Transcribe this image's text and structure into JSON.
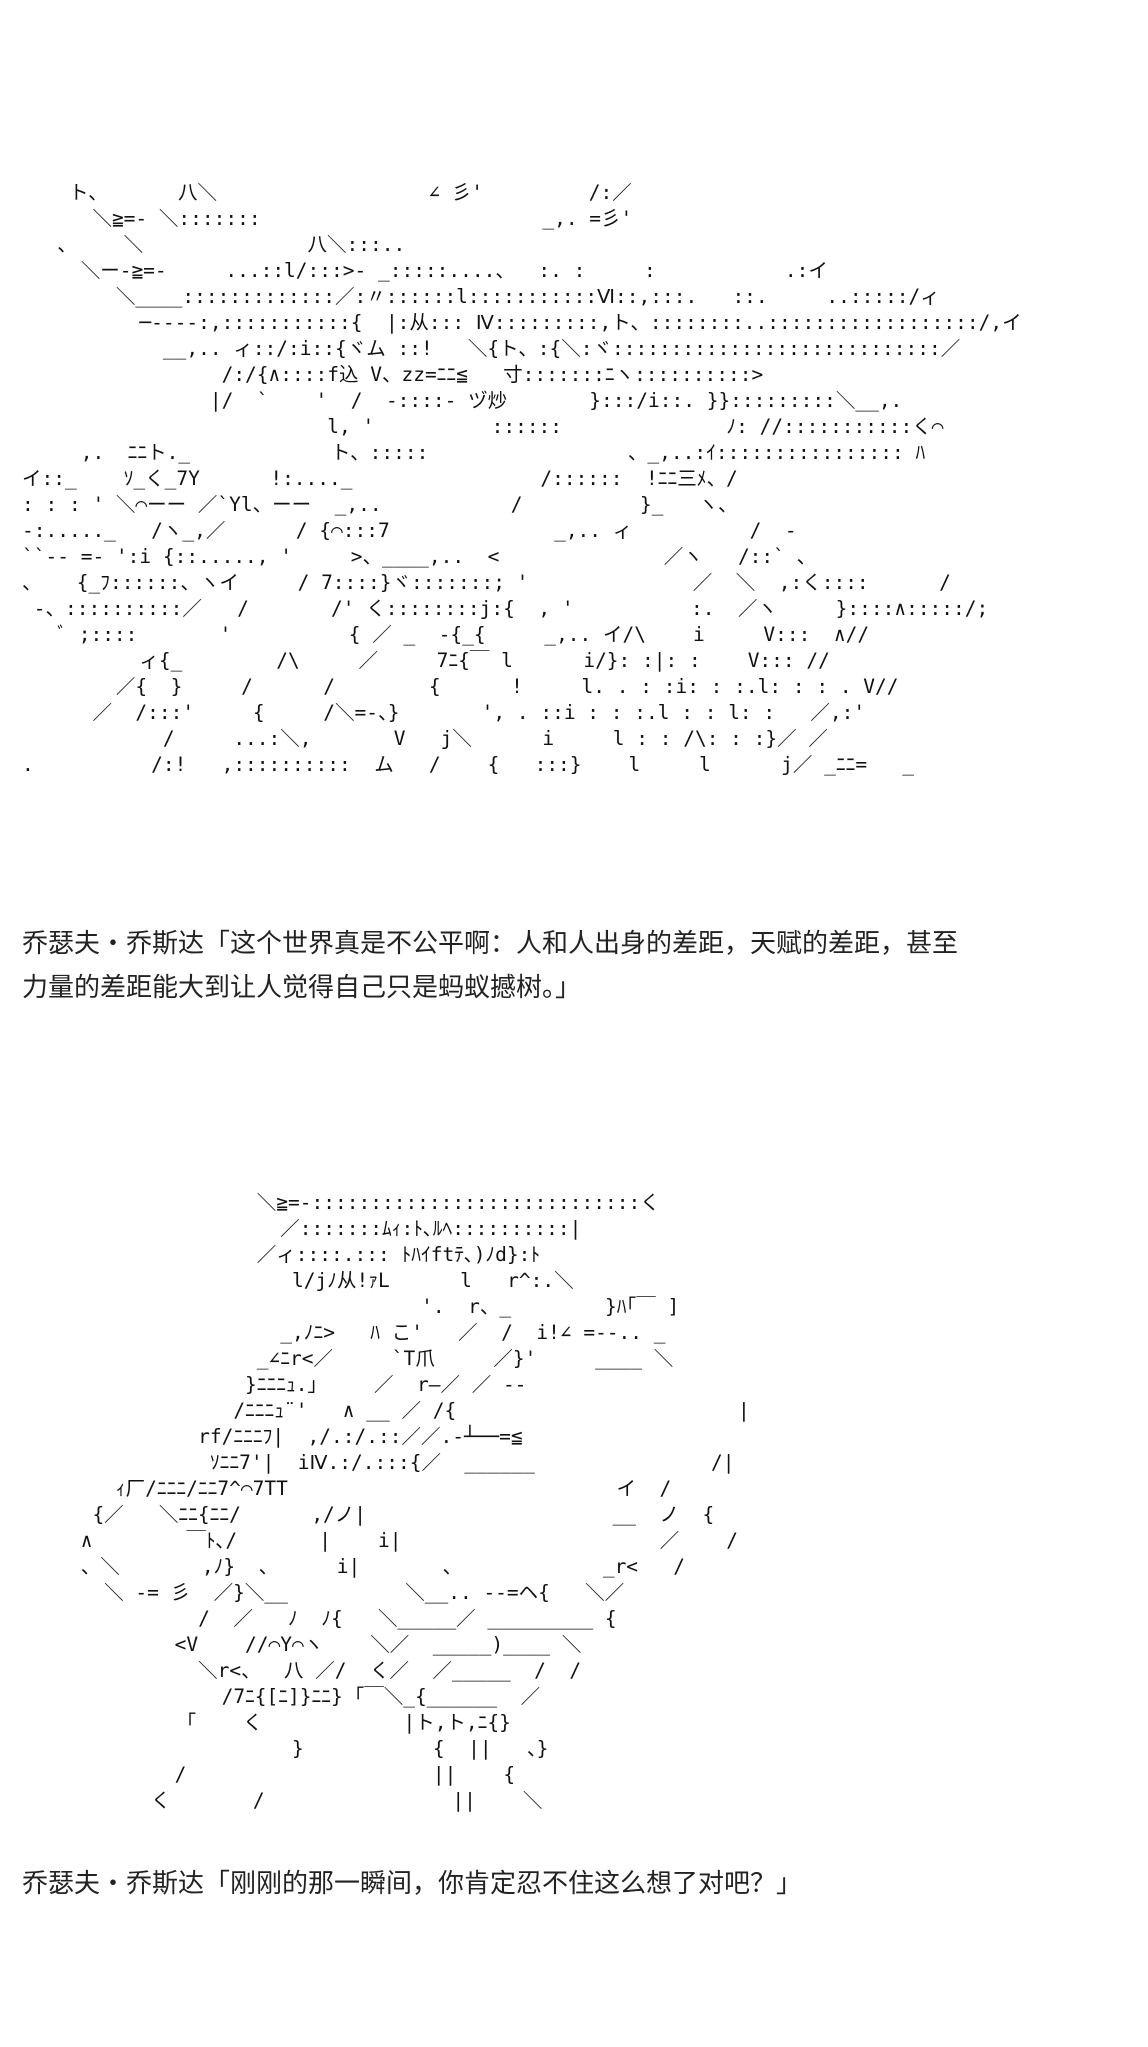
{
  "panels": [
    {
      "art": "    ト、      八＼                  ∠ 彡'         /:／\n      ＼≧=‐ ＼:::::::                        _,. =彡'\n   、    ＼              八＼:::..\n     ＼ー‐≧=‐     ...::l/:::>‐ _:::::....、  :. :     :           .:イ\n        ＼____:::::::::::::／:〃::::::l:::::::::::Ⅵ::,:::.   ::.     ..:::::/ィ\n          ─‐‐‐‐:,:::::::::::{  |:从::: Ⅳ:::::::::,ト、::::::::..::::::::::::::::::/,イ\n            __,.. ィ::/:i::{ヾム ::!   ＼{ト、:{＼:ヾ::::::::::::::::::::::::::::／\n                 /:/{∧::::f込 V、zz=ﾆﾆ≦   寸:::::::ﾆヽ::::::::::>\n                |/  `    '  /  ‐::::‐ ヅ炒       }:::/i::. }}:::::::::＼__,.\n                          l, '          ::::::              ﾉ: //:::::::::::く⌒\n     ,.  ﾆﾆト._            ト、:::::                 、_,..:ｲ:::::::::::::::: ﾊ\nイ::_    ｿ_く_7Y      !:...._                /::::::  !ﾆﾆ三ﾒ、/\n: : : ' ＼⌒ーー ／`Yl、ーー  _,..           /          }_   ヽ、\n‐:....._   /ヽ_,／      / {⌒:::7              _,.. ィ          /  ‐\n``‐‐ =‐ ':i {::....., '     >、____,..  <              ／ヽ   /::` 、\n、   {_ﾌ::::::、ヽイ     / 7::::}ヾ:::::::; '              ／  ＼  ,:く::::      /\n ‐、::::::::::／   /       /' く::::::::j:{  , '          :.  ／ヽ     }::::∧:::::/;\n   ﾞ ;::::       '          { ／ _  ‐{_{     _,.. イ/\\    i     V:::  ∧//\n          ィ{_        /\\     ／     7ﾆ{￣ l      i/}: :|: :    V::: //\n        ／{  }     /      /        {      !     l. . : :i: : :.l: : : . V//\n      ／  /:::'     {     /＼=‐、}       ', . ::i : : :.l : : l: :   ／,:'\n            /     ...:＼,       V   j＼      i     l : : /\\: : :}／ ／\n.          /:!   ,::::::::::  ム   /    {   :::}    l     l      j／ _ﾆﾆ=   _",
      "caption": "乔瑟夫・乔斯达「这个世界真是不公平啊：人和人出身的差距，天赋的差距，甚至力量的差距能大到让人觉得自己只是蚂蚁撼树。」"
    },
    {
      "art": "                    ＼≧=‐::::::::::::::::::::::::::::く\n                      ／:::::::ﾑｨ:ﾄ､ﾙﾍ::::::::::|\n                    ／ィ::::.::: ﾄﾊｲftﾃ､)ﾉd}:ﾄ\n                       l/jﾉ从!ｧL      l   r^:.＼\n                                  '.  r、_        }ﾊ｢￣ ]\n                      _,ﾉﾆ>   ﾊ こ'   ／  /  i!∠ =‐‐.. _\n                    _∠ﾆr<／     `T爪     ／}'     ____ ＼\n                   }ﾆﾆﾆｭ.」    ／  r―／ ／ ‐‐\n                  /ﾆﾆﾆｭ¨'   ∧ __ ／ /{                        |\n               rf/ﾆﾆﾆﾌ|  ,/.:/.::／／.‐┴──=≦\n                ｿﾆﾆ7'|  iⅣ.:/.:::{／  ______               /|\n        ｨ厂/ﾆﾆﾆ/ﾆﾆ7^⌒7TT                            イ  /\n      {／   ＼ﾆﾆ{ﾆﾆ/      ,/ノ|                     __  ノ  {\n     ∧        ￣ﾄ､/       |    i|                      ／    /\n     、＼       ,ﾉ}  、     i|       、            _r<   /\n       ＼ ‐= 彡  ／}＼__          ＼__.. ‐‐=ヘ{   ＼／\n               /  ／   ﾉ  ﾉ{   ＼_____／ _________ {\n             <V    //⌒Y⌒ヽ    ＼／  _____)____ ＼\n               ＼r<、  八 ／/  く／  ／_____  /  /\n                 /7ﾆ{[ﾆ]}ﾆﾆ} ｢￣＼_{______  ／\n              ｢    く            |ト,ト,ﾆ{}\n                       }           {  ||   、}\n             /                     ||    {\n           く       /                ||    ＼",
      "caption": "乔瑟夫・乔斯达「刚刚的那一瞬间，你肯定忍不住这么想了对吧？」"
    }
  ]
}
